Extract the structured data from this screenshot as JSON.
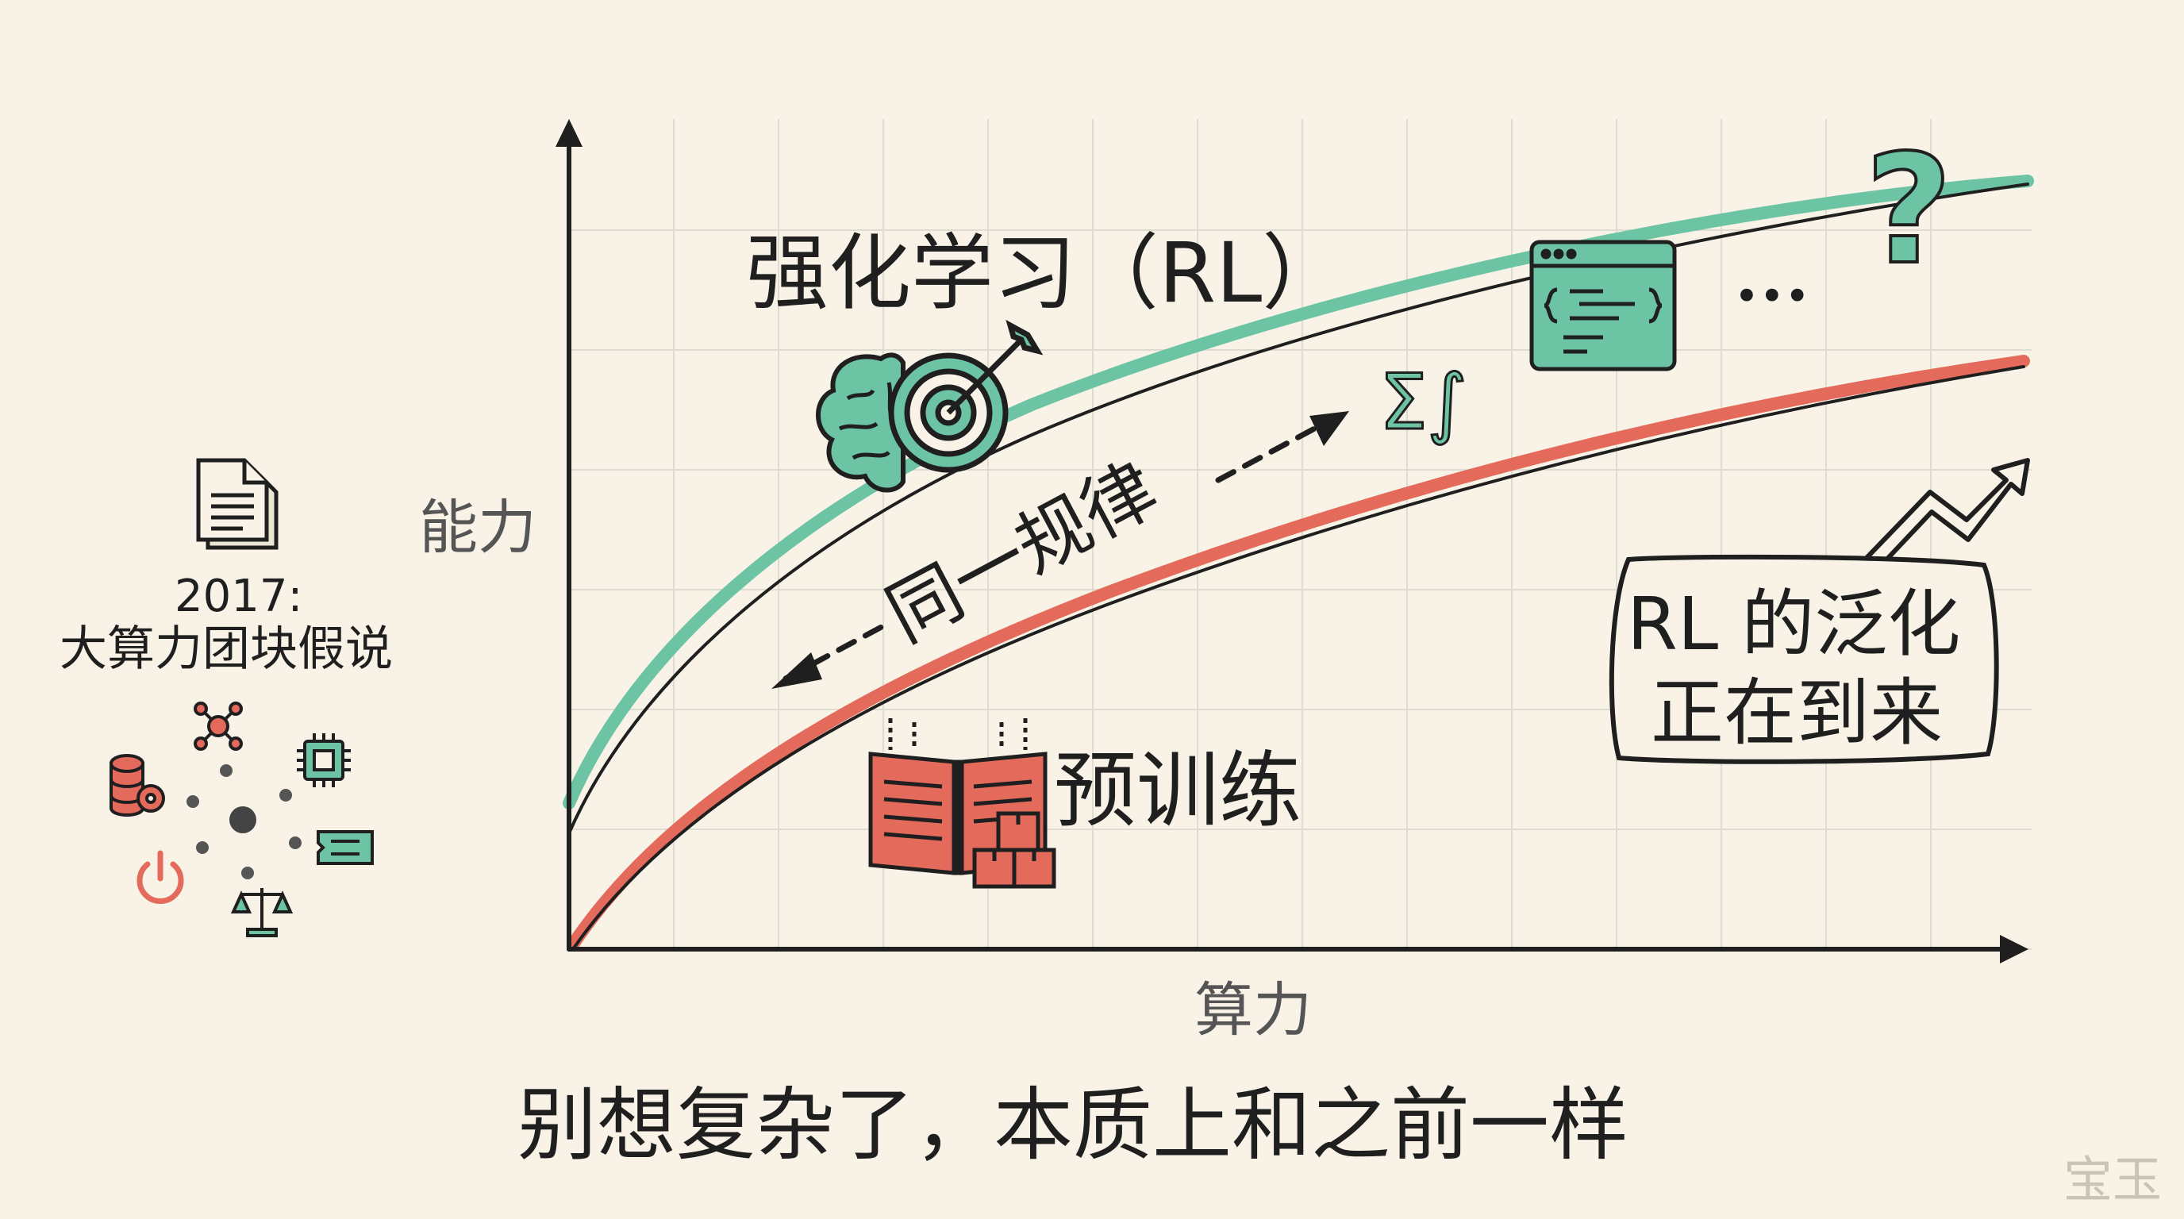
{
  "labels": {
    "rl": "强化学习（RL）",
    "pretrain": "预训练",
    "same_law": "同一规律",
    "y_axis": "能力",
    "x_axis": "算力",
    "year": "2017:",
    "hypothesis": "大算力团块假说",
    "generalization_line1": "RL 的泛化",
    "generalization_line2": "正在到来",
    "caption": "别想复杂了，本质上和之前一样",
    "math_symbols": "Σ∫",
    "ellipsis": "•••",
    "question": "?",
    "watermark": "宝玉"
  },
  "colors": {
    "rl_curve": "#6cc4a4",
    "pretrain_curve": "#e46a5c",
    "background": "#f8f3e6",
    "grid": "#dedbd0",
    "ink": "#1f1f1f"
  },
  "icons": {
    "rl": [
      "brain-icon",
      "target-icon",
      "code-window-icon",
      "math-symbols-icon",
      "question-mark-icon",
      "ellipsis-icon"
    ],
    "pretrain": [
      "open-book-icon",
      "boxes-icon"
    ],
    "left_panel": [
      "document-icon",
      "network-icon",
      "database-gear-icon",
      "chip-icon",
      "power-icon",
      "memory-card-icon",
      "scales-icon"
    ],
    "trend": [
      "trend-arrow-icon"
    ]
  }
}
